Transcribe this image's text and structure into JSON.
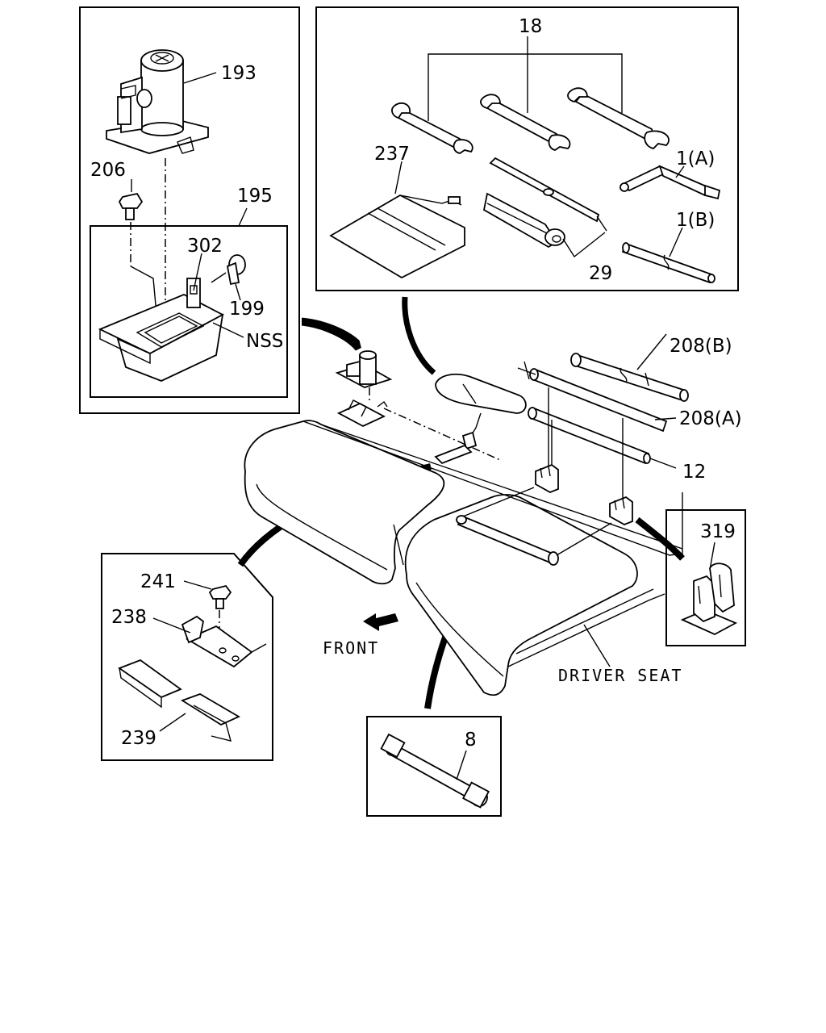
{
  "labels": {
    "l193": "193",
    "l206": "206",
    "l195": "195",
    "l302": "302",
    "l199": "199",
    "lNSS": "NSS",
    "l18": "18",
    "l237": "237",
    "l1A": "1(A)",
    "l1B": "1(B)",
    "l29": "29",
    "l208B": "208(B)",
    "l208A": "208(A)",
    "l12": "12",
    "l319": "319",
    "l241": "241",
    "l238": "238",
    "l239": "239",
    "l8": "8",
    "front": "FRONT",
    "driver_seat": "DRIVER SEAT"
  }
}
